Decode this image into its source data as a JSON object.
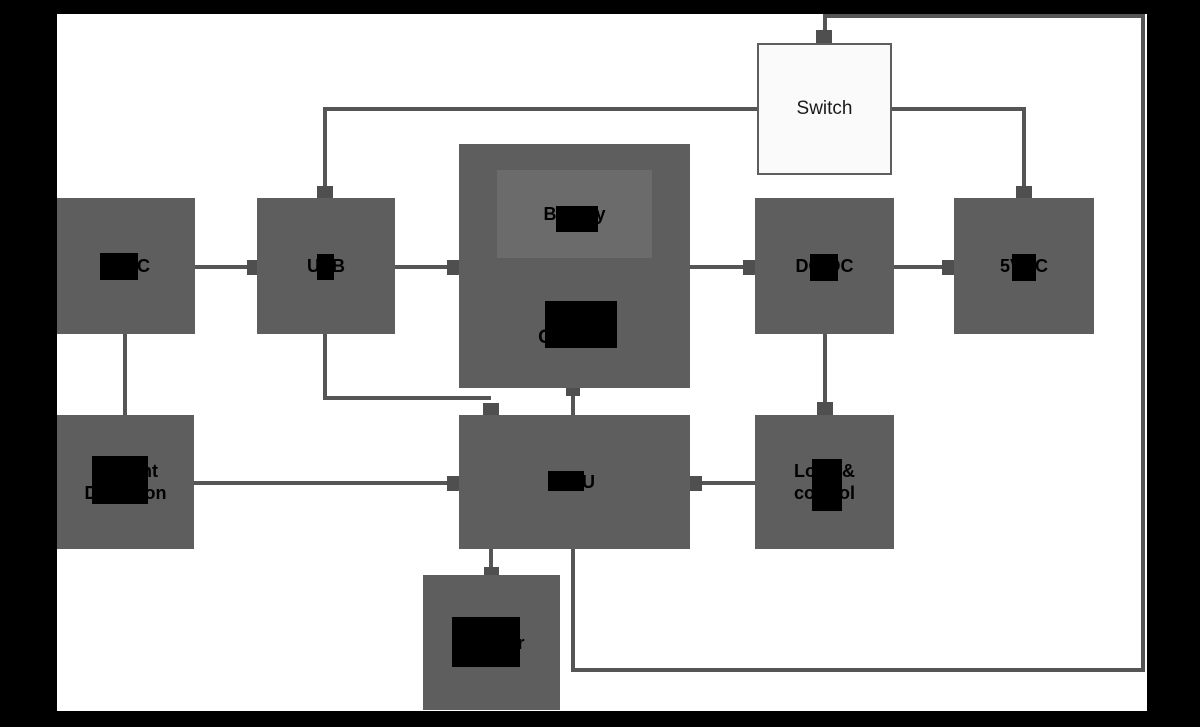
{
  "diagram": {
    "type": "block-diagram",
    "description": "Power supply / UPS block diagram on white canvas with black frame",
    "nodes": {
      "input_5vdc": {
        "label": "5VDC"
      },
      "usb": {
        "label": "USB"
      },
      "charger": {
        "label": "Charger"
      },
      "battery": {
        "label": "Battery"
      },
      "dc_dc": {
        "label": "DC-DC"
      },
      "output_5vdc": {
        "label": "5VDC"
      },
      "switch": {
        "label": "Switch"
      },
      "current_detection": {
        "line1": "Current",
        "line2": "Detection"
      },
      "mcu": {
        "label": "MCU"
      },
      "load_control": {
        "line1": "Load &",
        "line2": "control"
      },
      "monitor": {
        "label": "Monitor"
      }
    },
    "edges": [
      "input_5vdc -> usb",
      "usb -> charger",
      "charger -> dc_dc",
      "dc_dc -> output_5vdc",
      "switch -> usb",
      "switch -> output_5vdc",
      "input_5vdc -> current_detection",
      "usb -> mcu",
      "mcu -> charger",
      "current_detection -> mcu",
      "load_control -> mcu",
      "dc_dc -> load_control",
      "mcu -> monitor",
      "mcu -> switch"
    ],
    "colors": {
      "frame": "#000000",
      "canvas": "#ffffff",
      "node_fill": "#5e5e5e",
      "inner_node_fill": "#6b6b6b",
      "switch_fill": "#fafafa",
      "connector": "#555556",
      "label_text": "#000000",
      "redaction": "#000000"
    }
  }
}
